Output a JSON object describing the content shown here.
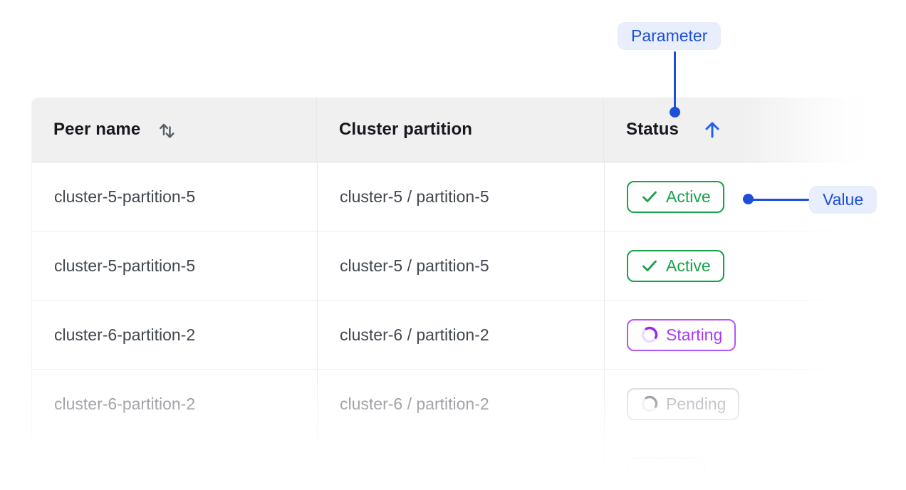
{
  "annotations": {
    "parameter_label": "Parameter",
    "value_label": "Value",
    "accent_color": "#1d4ed8",
    "pill_bg_color": "#e8eefc"
  },
  "table": {
    "columns": [
      {
        "label": "Peer name",
        "sort_state": "sortable",
        "sort_icon": "sort-both-icon"
      },
      {
        "label": "Cluster partition",
        "sort_state": "none",
        "sort_icon": ""
      },
      {
        "label": "Status",
        "sort_state": "ascending",
        "sort_icon": "arrow-up-icon"
      }
    ],
    "rows": [
      {
        "peer_name": "cluster-5-partition-5",
        "cluster_partition": "cluster-5 / partition-5",
        "status": "Active",
        "status_variant": "active",
        "status_icon": "check-icon"
      },
      {
        "peer_name": "cluster-5-partition-5",
        "cluster_partition": "cluster-5 / partition-5",
        "status": "Active",
        "status_variant": "active",
        "status_icon": "check-icon"
      },
      {
        "peer_name": "cluster-6-partition-2",
        "cluster_partition": "cluster-6 / partition-2",
        "status": "Starting",
        "status_variant": "starting",
        "status_icon": "spinner-icon"
      },
      {
        "peer_name": "cluster-6-partition-2",
        "cluster_partition": "cluster-6 / partition-2",
        "status": "Pending",
        "status_variant": "pending",
        "status_icon": "spinner-icon"
      },
      {
        "peer_name": "",
        "cluster_partition": "",
        "status": "",
        "status_variant": "empty",
        "status_icon": ""
      }
    ]
  },
  "colors": {
    "header_bg": "#f0f0f1",
    "body_text": "#42474f",
    "header_text": "#15181d",
    "active_green": "#17a34b",
    "starting_purple": "#a83bf5",
    "pending_gray": "#8a9097",
    "accent_blue": "#1d4ed8"
  }
}
